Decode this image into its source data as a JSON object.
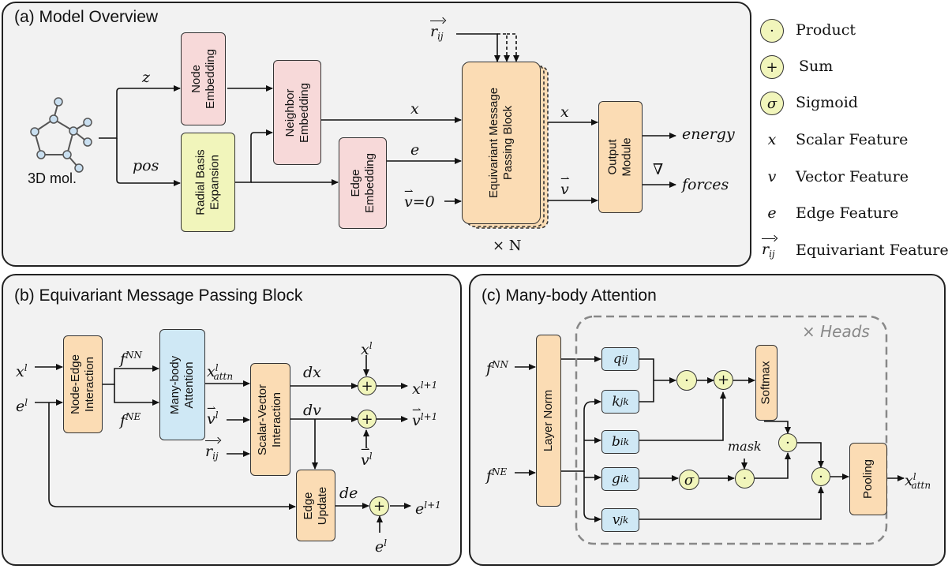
{
  "panel_a": {
    "title": "(a)  Model Overview",
    "mol_label": "3D mol.",
    "node_embedding": "Node\nEmbedding",
    "radial_basis": "Radial Basis\nExpansion",
    "neighbor_embedding": "Neighbor\nEmbedding",
    "edge_embedding": "Edge\nEmbedding",
    "empb": "Equivariant Message\nPassing Block",
    "output_module": "Output\nModule",
    "z": "z",
    "pos": "pos",
    "x": "x",
    "e": "e",
    "v_init": "=0",
    "v": "v",
    "x_out": "x",
    "energy": "energy",
    "forces": "forces",
    "nabla": "∇",
    "times_n": "× N"
  },
  "panel_b": {
    "title": "(b)  Equivariant Message Passing Block",
    "node_edge": "Node-Edge\nInteraction",
    "many_body": "Many-body\nAttention",
    "scalar_vector": "Scalar-Vector\nInteraction",
    "edge_update": "Edge\nUpdate",
    "dx": "dx",
    "dv": "dv",
    "de": "de",
    "sum": "+"
  },
  "panel_c": {
    "title": "(c)  Many-body Attention",
    "heads": "× Heads",
    "layer_norm": "Layer Norm",
    "softmax": "Softmax",
    "pooling": "Pooling",
    "mask": "mask",
    "dot": "·",
    "plus": "+",
    "sigma": "σ"
  },
  "legend": [
    {
      "symbol": "·",
      "label": "Product"
    },
    {
      "symbol": "+",
      "label": "Sum"
    },
    {
      "symbol": "σ",
      "label": "Sigmoid"
    },
    {
      "symbol": "x",
      "label": "Scalar Feature"
    },
    {
      "symbol": "v",
      "label": "Vector Feature"
    },
    {
      "symbol": "e",
      "label": "Edge Feature"
    },
    {
      "symbol": "rij",
      "label": "Equivariant Feature"
    }
  ]
}
